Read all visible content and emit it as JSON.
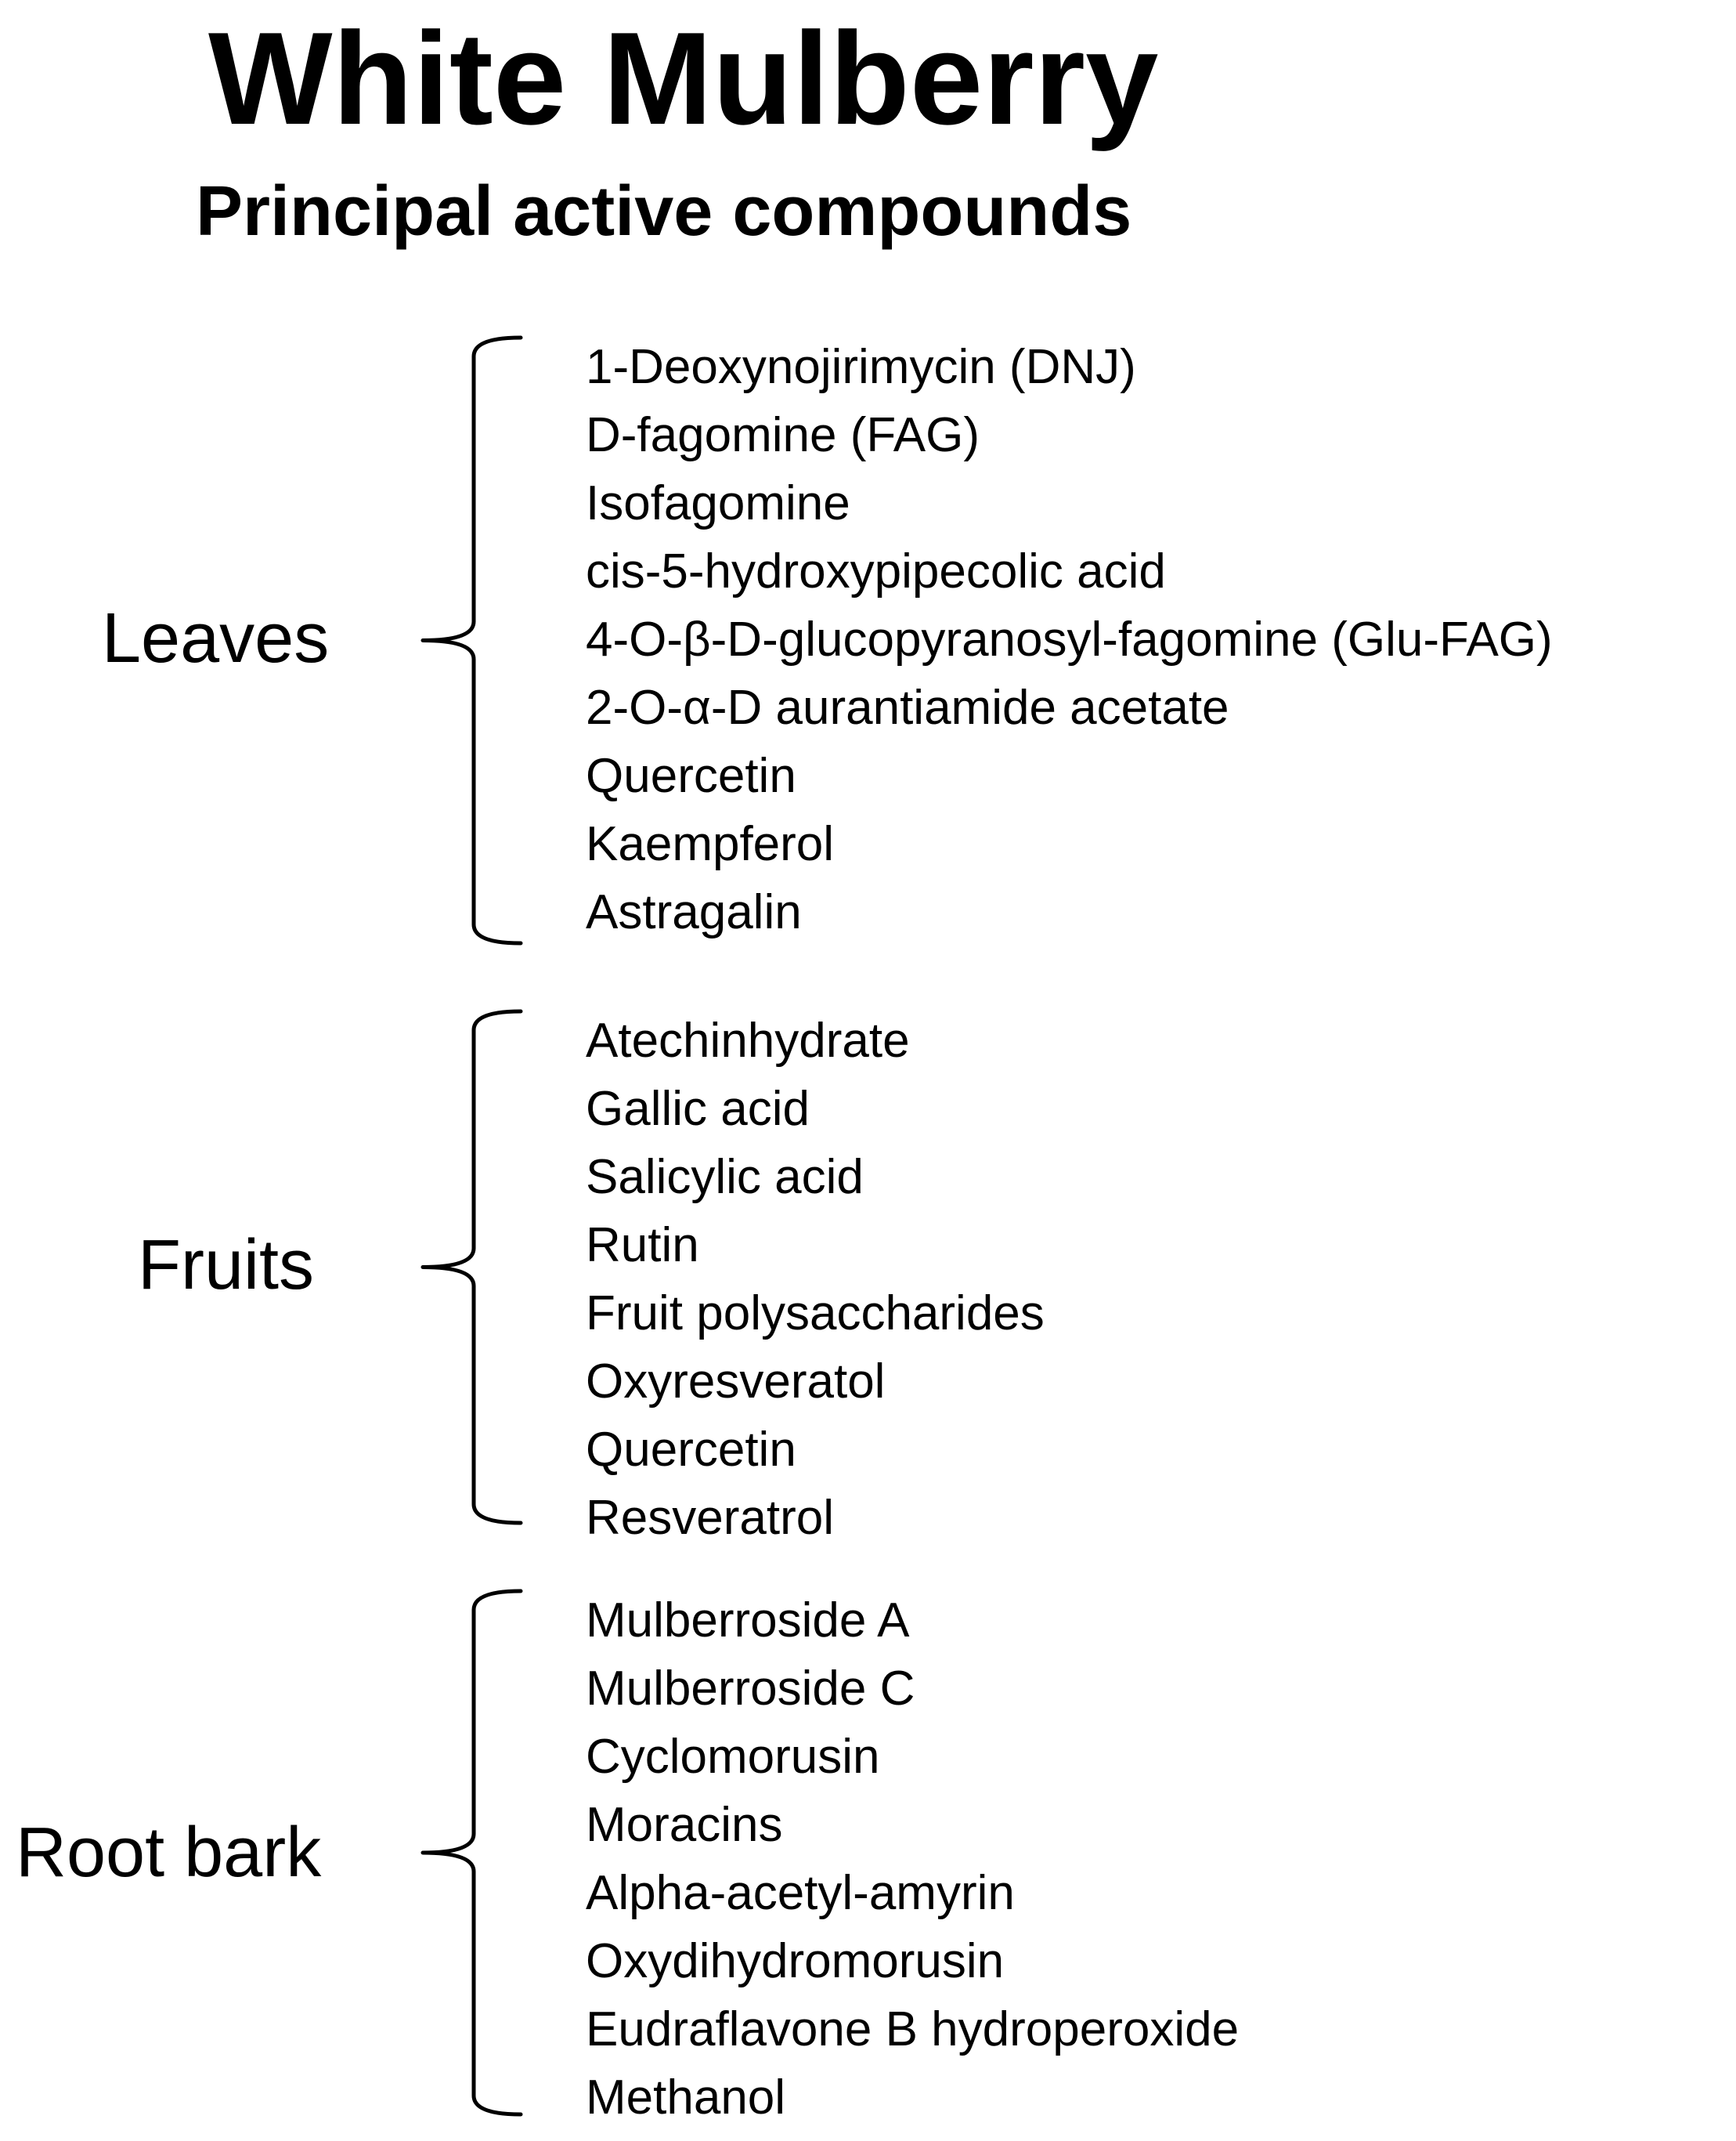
{
  "title": "White Mulberry",
  "subtitle": "Principal active compounds",
  "groups": [
    {
      "label": "Leaves",
      "items": [
        "1-Deoxynojirimycin (DNJ)",
        "D-fagomine (FAG)",
        "Isofagomine",
        "cis-5-hydroxypipecolic acid",
        "4-O-β-D-glucopyranosyl-fagomine (Glu-FAG)",
        "2-O-α-D aurantiamide acetate",
        "Quercetin",
        "Kaempferol",
        "Astragalin"
      ]
    },
    {
      "label": "Fruits",
      "items": [
        "Atechinhydrate",
        "Gallic acid",
        "Salicylic acid",
        "Rutin",
        "Fruit polysaccharides",
        "Oxyresveratol",
        "Quercetin",
        "Resveratrol"
      ]
    },
    {
      "label": "Root bark",
      "items": [
        "Mulberroside A",
        "Mulberroside C",
        "Cyclomorusin",
        "Moracins",
        "Alpha-acetyl-amyrin",
        "Oxydihydromorusin",
        "Eudraflavone B hydroperoxide",
        "Methanol"
      ]
    }
  ]
}
